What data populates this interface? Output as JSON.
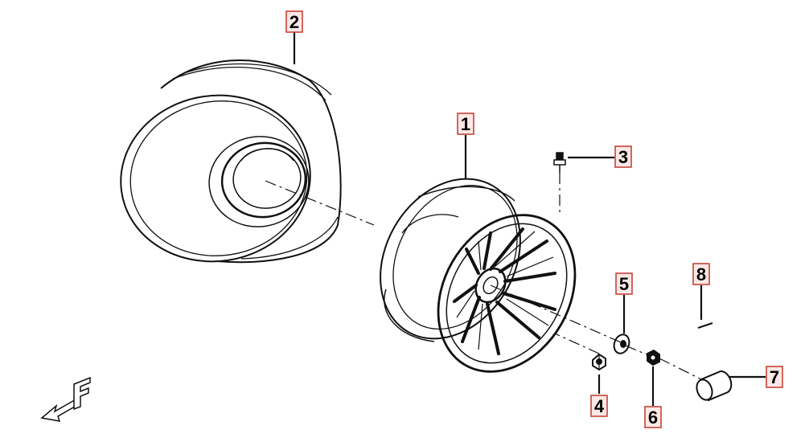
{
  "diagram": {
    "colors": {
      "line": "#111111",
      "callout_border": "#c0392b",
      "callout_fill": "#fde8e6",
      "background": "#ffffff"
    },
    "orientation_marker": {
      "letter": "F",
      "icon": "front-direction-arrow-icon"
    },
    "callouts": [
      {
        "id": "tire",
        "label": "2"
      },
      {
        "id": "rim",
        "label": "1"
      },
      {
        "id": "valve",
        "label": "3"
      },
      {
        "id": "washer",
        "label": "5"
      },
      {
        "id": "cotter-pin",
        "label": "8"
      },
      {
        "id": "lug-nut",
        "label": "4"
      },
      {
        "id": "axle-nut",
        "label": "6"
      },
      {
        "id": "hub-cap",
        "label": "7"
      }
    ]
  }
}
